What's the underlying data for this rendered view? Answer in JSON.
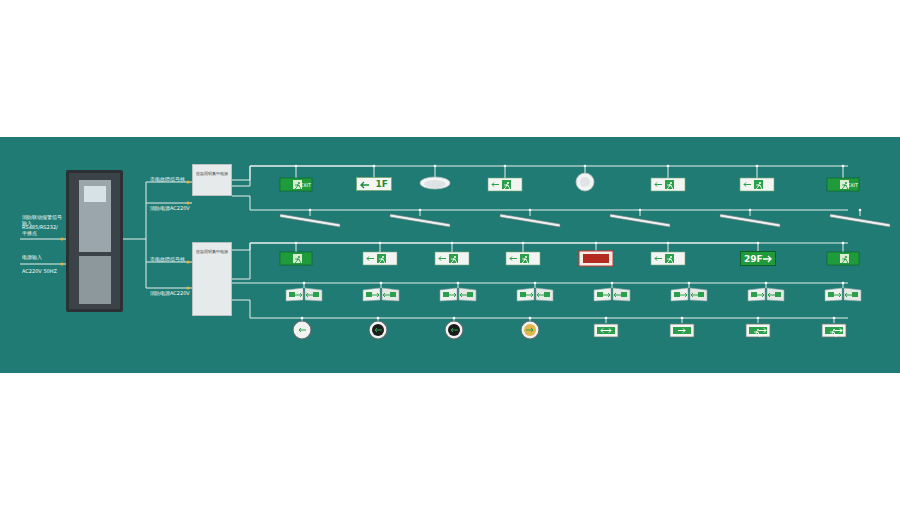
{
  "diagram": {
    "nodes": [
      {
        "text": [
          "应急照明集中电源"
        ]
      },
      {
        "text": [
          "1F"
        ]
      },
      {
        "text": [
          "应急照明集中电源"
        ]
      },
      {
        "text": [
          "29F"
        ]
      }
    ],
    "edges": [
      {
        "from": 0,
        "to": 1,
        "arrow": "none"
      },
      {
        "from": 2,
        "to": 3,
        "arrow": "none"
      }
    ],
    "labels": [
      "消防联动报警信号输入",
      "RS485/RS232/干接点",
      "电源输入",
      "AC220V 50HZ",
      "市电故障信号线",
      "消防电源AC220V",
      "市电故障信号线",
      "消防电源AC220V",
      "EXIT",
      "EXIT"
    ]
  }
}
